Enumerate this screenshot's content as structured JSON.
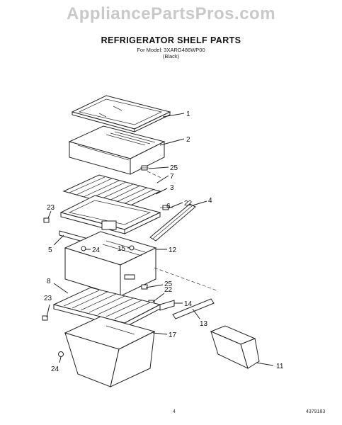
{
  "watermark": "AppliancePartsPros.com",
  "header": {
    "title": "REFRIGERATOR SHELF PARTS",
    "model_line": "For Model: 3XARG486WP00",
    "color_line": "(Black)"
  },
  "parts": [
    {
      "num": "1"
    },
    {
      "num": "2"
    },
    {
      "num": "25"
    },
    {
      "num": "7"
    },
    {
      "num": "3"
    },
    {
      "num": "6"
    },
    {
      "num": "22"
    },
    {
      "num": "4"
    },
    {
      "num": "23"
    },
    {
      "num": "5"
    },
    {
      "num": "24"
    },
    {
      "num": "15"
    },
    {
      "num": "12"
    },
    {
      "num": "8"
    },
    {
      "num": "25"
    },
    {
      "num": "22"
    },
    {
      "num": "23"
    },
    {
      "num": "14"
    },
    {
      "num": "13"
    },
    {
      "num": "17"
    },
    {
      "num": "24"
    },
    {
      "num": "11"
    }
  ],
  "footer": {
    "page": "4",
    "code": "4379183"
  }
}
